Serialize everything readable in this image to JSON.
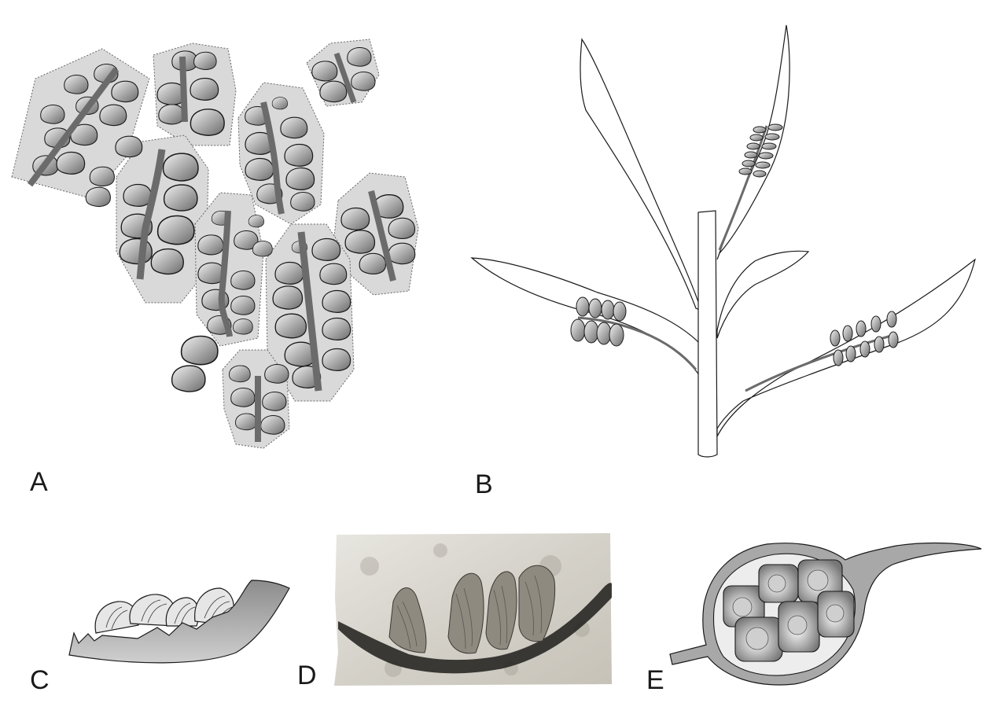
{
  "panels": [
    {
      "label": "A"
    },
    {
      "label": "B"
    },
    {
      "label": "C"
    },
    {
      "label": "D"
    },
    {
      "label": "E"
    }
  ],
  "colors": {
    "cluster_fill": "#d9d9d9",
    "sporangium_light": "#f0f0f0",
    "sporangium_dark": "#6e6e6e",
    "axis": "#6b6b6b",
    "outline": "#1a1a1a"
  }
}
